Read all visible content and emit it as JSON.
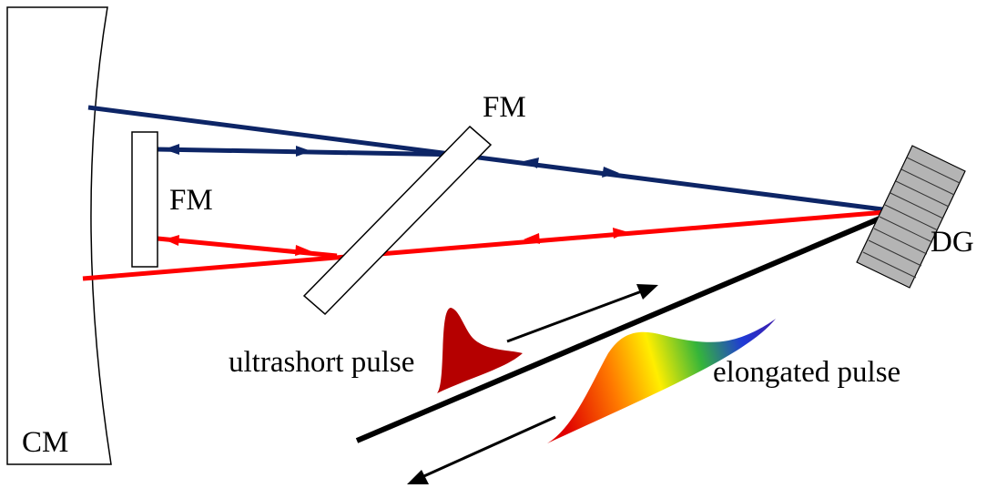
{
  "labels": {
    "curved_mirror": "CM",
    "fold_mirror_small": "FM",
    "fold_mirror_tilted": "FM",
    "diffraction_grating": "DG",
    "ultrashort_pulse": "ultrashort pulse",
    "elongated_pulse": "elongated pulse"
  },
  "colors": {
    "blue_beam": "#0d2566",
    "red_beam": "#ff0000",
    "input_beam": "#000000",
    "grating_fill": "#b4b4b4",
    "short_pulse": "#b50000",
    "spectrum": [
      "#e60000",
      "#ff8c00",
      "#ffee00",
      "#2bb33c",
      "#1f3ad6"
    ]
  }
}
